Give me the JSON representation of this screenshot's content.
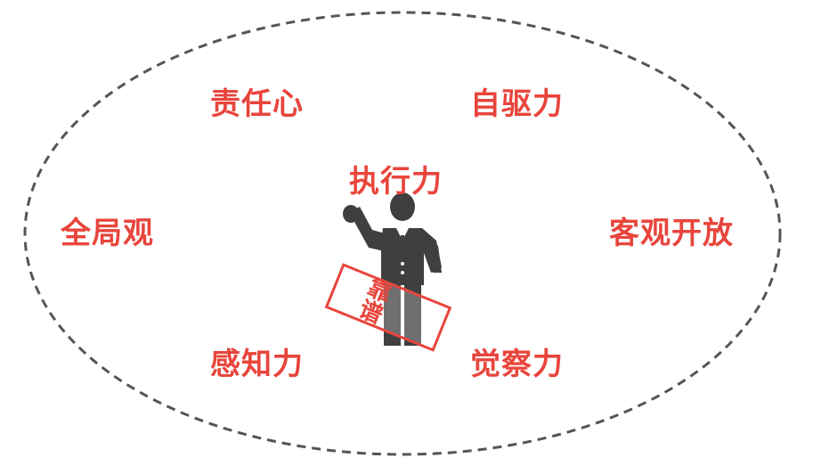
{
  "traits": {
    "responsibility": "责任心",
    "self_drive": "自驱力",
    "execution": "执行力",
    "big_picture": "全局观",
    "openness": "客观开放",
    "perception": "感知力",
    "awareness": "觉察力"
  },
  "stamp": {
    "text": "靠谱"
  },
  "colors": {
    "accent": "#e8453c",
    "figure": "#3f3f3f",
    "ellipse_border": "#555555"
  },
  "icons": {
    "center_figure": "businessman-icon"
  }
}
